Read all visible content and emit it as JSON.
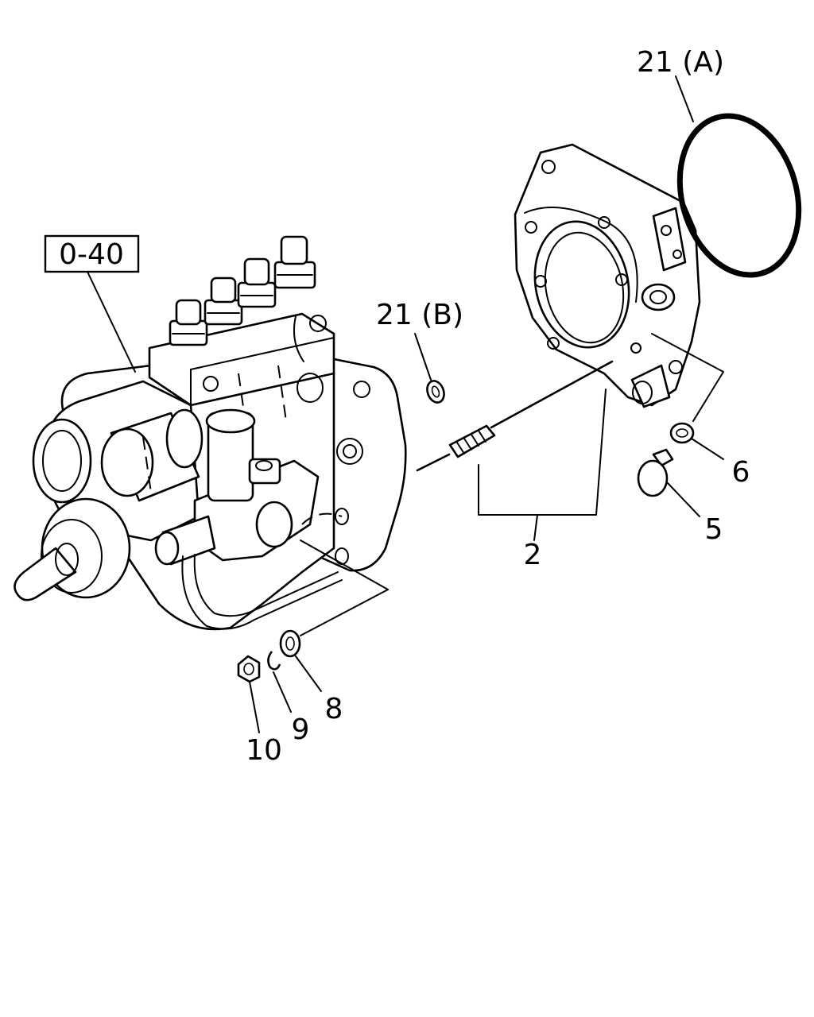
{
  "diagram": {
    "ref_box": "0-40",
    "callouts": {
      "c21a": "21 (A)",
      "c21b": "21 (B)",
      "c2": "2",
      "c5": "5",
      "c6": "6",
      "c8": "8",
      "c9": "9",
      "c10": "10"
    }
  }
}
